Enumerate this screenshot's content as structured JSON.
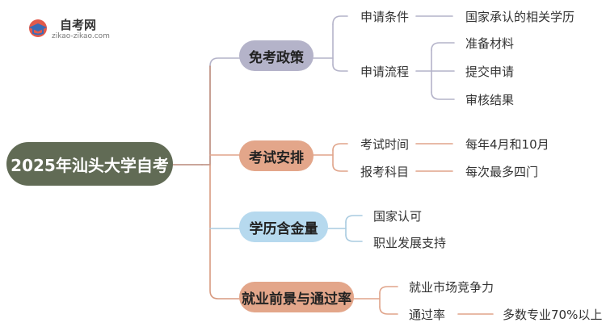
{
  "logo": {
    "name": "自考网",
    "domain": "zikao-zikao.com"
  },
  "root": "2025年汕头大学自考",
  "branches": [
    {
      "label": "免考政策",
      "children": [
        {
          "label": "申请条件",
          "children": [
            "国家承认的相关学历"
          ]
        },
        {
          "label": "申请流程",
          "children": [
            "准备材料",
            "提交申请",
            "审核结果"
          ]
        }
      ]
    },
    {
      "label": "考试安排",
      "children": [
        {
          "label": "考试时间",
          "children": [
            "每年4月和10月"
          ]
        },
        {
          "label": "报考科目",
          "children": [
            "每次最多四门"
          ]
        }
      ]
    },
    {
      "label": "学历含金量",
      "children": [
        {
          "label": "国家认可"
        },
        {
          "label": "职业发展支持"
        }
      ]
    },
    {
      "label": "就业前景与通过率",
      "children": [
        {
          "label": "就业市场竞争力"
        },
        {
          "label": "通过率",
          "children": [
            "多数专业70%以上"
          ]
        }
      ]
    }
  ]
}
